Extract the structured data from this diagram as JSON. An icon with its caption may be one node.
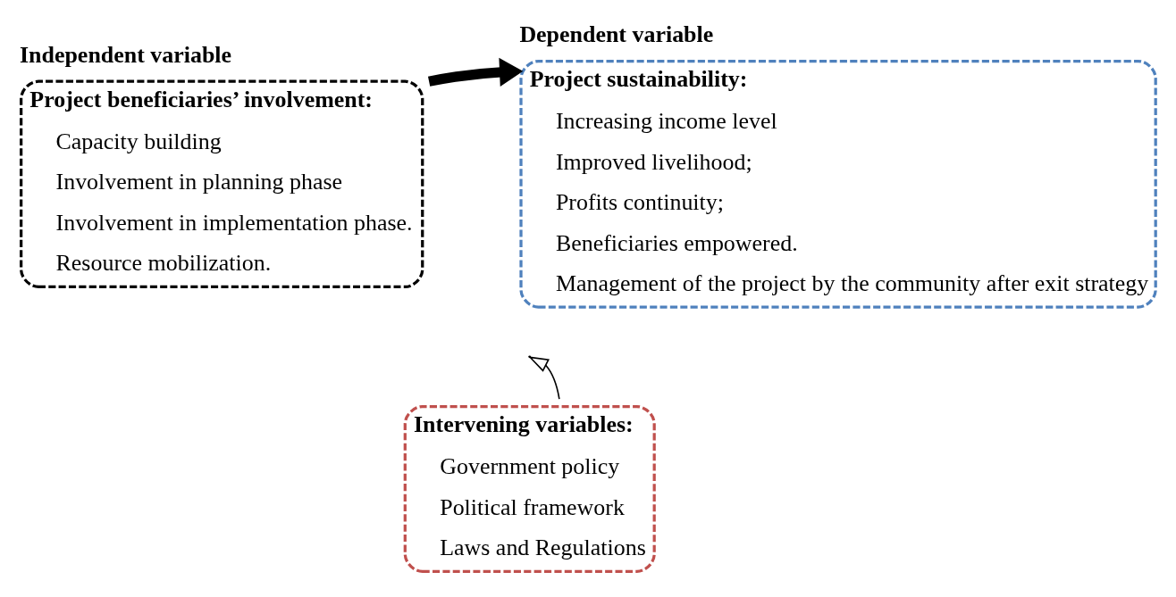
{
  "diagram": {
    "nodes": [
      {
        "text": [
          "Independent variable",
          "Project beneficiaries’ involvement:",
          "Capacity building",
          "Involvement in planning phase",
          "Involvement in implementation phase.",
          "Resource mobilization."
        ]
      },
      {
        "text": [
          "Dependent variable",
          "Project sustainability:",
          "Increasing income level",
          "Improved livelihood;",
          "Profits continuity;",
          "Beneficiaries empowered.",
          "Management of the project by the community after exit strategy"
        ]
      },
      {
        "text": [
          "Intervening variables:",
          "Government policy",
          "Political framework",
          "Laws and Regulations"
        ]
      }
    ],
    "edges": [
      {
        "from": 0,
        "to": 1,
        "arrow": "to",
        "style": "thick"
      },
      {
        "from": 2,
        "to": null,
        "arrow": "to"
      }
    ]
  }
}
